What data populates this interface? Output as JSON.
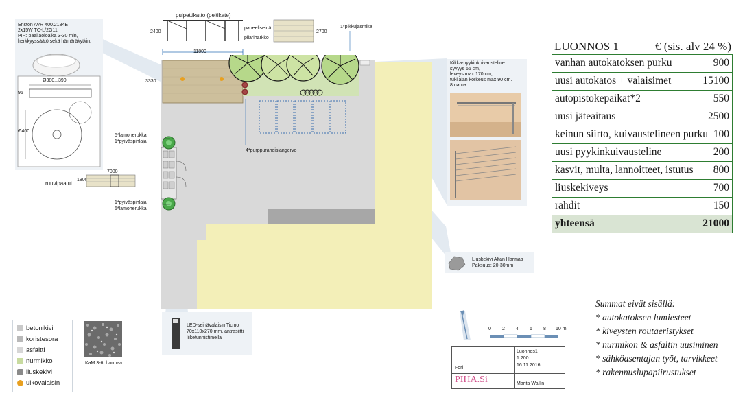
{
  "lamp_spec": {
    "line1": "Enston  AVR 400.2184E",
    "line2": "2x15W TC-L/2G11",
    "line3": "PIR: päälläoloaika 3-30 min,",
    "line4": "herkkyyssäätö sekä hämäräkytkin.",
    "dim1": "Ø380...390",
    "dim2": "95",
    "dim3": "Ø400"
  },
  "carport": {
    "title": "pulpettikatto (peltikate)",
    "left_dim": "2400",
    "width_dim": "11800",
    "side_dim": "3330",
    "panel_label_1": "paneeliseinä",
    "panel_label_2": "pilariharkko",
    "panel_dim": "2700"
  },
  "labels": {
    "pikkujasmike": "1*pikkujasmike",
    "purppuraheisiangervo": "4*purppuraheisiangervo",
    "lamoherukka_top": "5*lamoherukka",
    "pyiväspihlaja_top": "1*pyiväspihlaja",
    "pyiväspihlaja_bottom": "1*pyiväspihlaja",
    "lamoherukka_bottom": "5*lamoherukka",
    "ruuvipaalut": "ruuvipaalut",
    "fence_dim_w": "7000",
    "fence_dim_h": "1800"
  },
  "drying_rack": {
    "line1": "Kikka-pyykinkuivausteline",
    "line2": "syvyys 65 cm,",
    "line3": "leveys  max 170 cm,",
    "line4": "tukijalan korkeus max 90 cm.",
    "line5": "8 narua"
  },
  "paving": {
    "line1": "Liuskekivi Altan Harmaa",
    "line2": "Paksuus: 20-30mm"
  },
  "led_light": {
    "line1": "LED-seinävalaisin Ticino",
    "line2": "70x110x270 mm, antrasiitti",
    "line3": "liiketunnistimella"
  },
  "gravel": {
    "label": "KaM 3-6, harmaa"
  },
  "legend": [
    {
      "label": "betonikivi",
      "color": "#c9c9c9"
    },
    {
      "label": "koristesora",
      "color": "#b9b9b9"
    },
    {
      "label": "asfaltti",
      "color": "#d6d6d6"
    },
    {
      "label": "nurmikko",
      "color": "#c8dba0"
    },
    {
      "label": "liuskekivi",
      "color": "#8a8a8a"
    },
    {
      "label": "ulkovalaisin",
      "color": "#e8a020"
    }
  ],
  "cost": {
    "title": "LUONNOS 1",
    "currency_note": "€ (sis. alv 24 %)",
    "rows": [
      {
        "label": "vanhan autokatoksen purku",
        "value": "900"
      },
      {
        "label": "uusi autokatos + valaisimet",
        "value": "15100"
      },
      {
        "label": "autopistokepaikat*2",
        "value": "550"
      },
      {
        "label": "uusi jäteaitaus",
        "value": "2500"
      },
      {
        "label": "keinun siirto, kuivaustelineen purku",
        "value": "100"
      },
      {
        "label": "uusi pyykinkuivausteline",
        "value": "200"
      },
      {
        "label": "kasvit, multa, lannoitteet, istutus",
        "value": "800"
      },
      {
        "label": "liuskekiveys",
        "value": "700"
      },
      {
        "label": "rahdit",
        "value": "150"
      }
    ],
    "total_label": "yhteensä",
    "total_value": "21000"
  },
  "notes": {
    "heading": "Summat eivät sisällä:",
    "items": [
      "* autokatoksen lumiesteet",
      "* kiveysten routaeristykset",
      "* nurmikon & asfaltin uusiminen",
      "* sähköasentajan työt, tarvikkeet",
      "* rakennuslupapiirustukset"
    ]
  },
  "scale_bar": {
    "ticks": [
      "0",
      "2",
      "4",
      "6",
      "8",
      "10 m"
    ]
  },
  "title_block": {
    "drawing": "Luonnos1",
    "scale": "1:200",
    "date": "16.11.2016",
    "client": "Fori",
    "designer": "Marita Wallin",
    "logo": "PIHA.Si"
  }
}
